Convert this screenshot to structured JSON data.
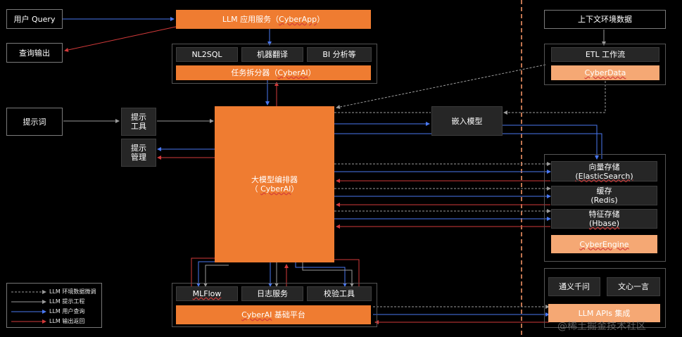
{
  "user_query": "用户 Query",
  "query_output": "查询输出",
  "llm_service": {
    "text": "LLM 应用服务（",
    "app": "CyberApp",
    "close": "）"
  },
  "tasks": {
    "nl2sql": "NL2SQL",
    "translate": "机器翻译",
    "bi": "BI 分析等"
  },
  "task_splitter": {
    "text": "任务拆分器（",
    "name": "CyberAI",
    "close": "）"
  },
  "prompt_word": "提示词",
  "prompt_tools": {
    "line1": "提示",
    "line2": "工具"
  },
  "prompt_mgmt": {
    "line1": "提示",
    "line2": "管理"
  },
  "orchestrator": {
    "line1": "大模型编排器",
    "open": "（ ",
    "name": "CyberAI",
    "close": "）"
  },
  "embedding_model": "嵌入模型",
  "context_data": "上下文环境数据",
  "etl": "ETL 工作流",
  "cyberdata": "CyberData",
  "storage": {
    "vector": {
      "line1": "向量存储",
      "line2": "(ElasticSearch)"
    },
    "cache": {
      "line1": "缓存",
      "line2": "(Redis)"
    },
    "feature": {
      "line1": "特征存储",
      "line2": "(Hbase)"
    },
    "engine": "CyberEngine"
  },
  "platform": {
    "mlflow": "MLFlow",
    "log": "日志服务",
    "verify": "校验工具",
    "base_name": "CyberAI",
    "base_text": " 基础平台"
  },
  "apis": {
    "qianwen": "通义千问",
    "wenxin": "文心一言",
    "integration": "LLM APIs 集成"
  },
  "legend": [
    {
      "label": "LLM 环境数据微调",
      "color": "#9a9a9a",
      "style": "dashed"
    },
    {
      "label": "LLM 提示工程",
      "color": "#9a9a9a",
      "style": "solid"
    },
    {
      "label": "LLM 用户查询",
      "color": "#4a78f0",
      "style": "solid"
    },
    {
      "label": "LLM 输出返回",
      "color": "#d23a3a",
      "style": "solid"
    }
  ],
  "watermark": "@稀土掘金技术社区",
  "colors": {
    "orange": "#ef7c31",
    "light_orange": "#f5a874",
    "blue": "#4a78f0",
    "red": "#d23a3a",
    "gray": "#9a9a9a"
  }
}
